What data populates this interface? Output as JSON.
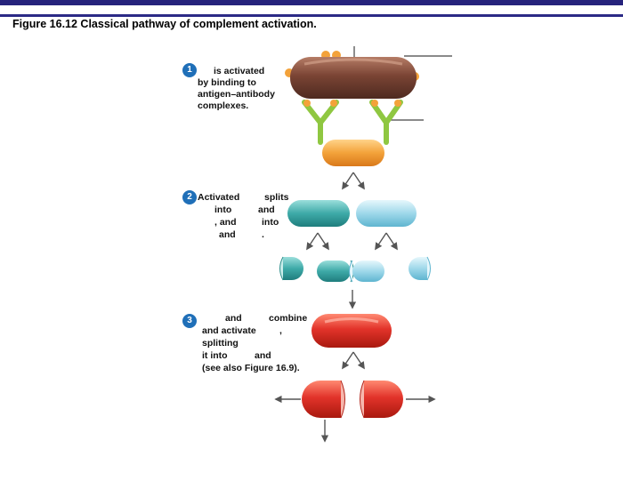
{
  "figure_title": "Figure 16.12 Classical pathway of complement activation.",
  "steps": [
    {
      "number": "1",
      "lines": [
        "is activated",
        "by binding to",
        "antigen–antibody",
        "complexes."
      ]
    },
    {
      "number": "2",
      "lines": [
        "Activated",
        "splits",
        "into",
        "and",
        ", and",
        "into",
        "and",
        "."
      ]
    },
    {
      "number": "3",
      "lines": [
        "and",
        "combine",
        "and activate",
        ",",
        "splitting",
        "it into",
        "and",
        "(see also Figure 16.9)."
      ]
    }
  ],
  "colors": {
    "header_bar": "#26237c",
    "step_badge": "#1f6fb8",
    "bacterium": "#7a4434",
    "antibody": "#8fc741",
    "c1_complex": "#f3a23a",
    "c4": "#3eaaa8",
    "c2": "#9fd8ea",
    "c3": "#e2332a"
  }
}
